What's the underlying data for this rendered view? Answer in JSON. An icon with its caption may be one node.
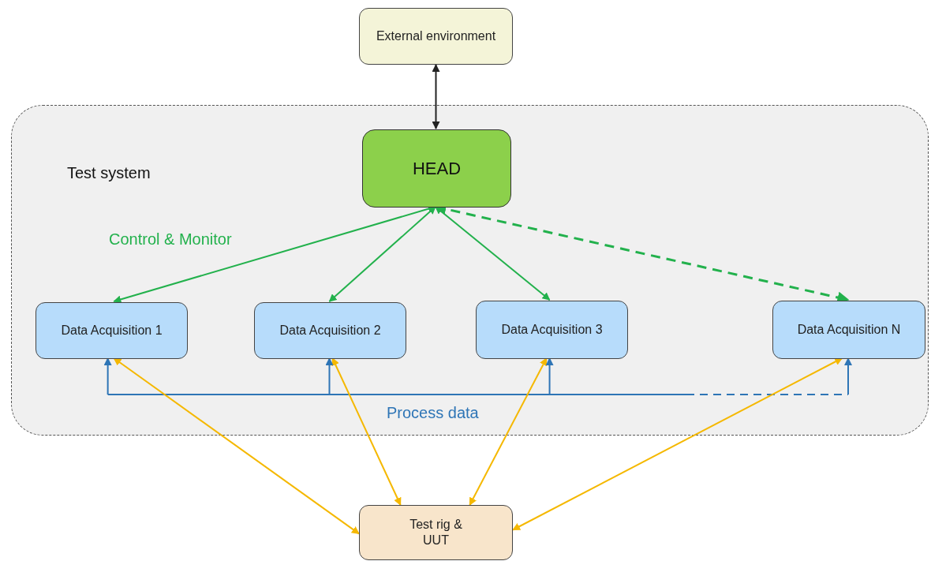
{
  "diagram": {
    "nodes": [
      {
        "text": [
          "External environment"
        ]
      },
      {
        "text": [
          "Test system"
        ]
      },
      {
        "text": [
          "HEAD"
        ],
        "in": 1
      },
      {
        "text": [
          "Data Acquisition 1"
        ],
        "in": 1
      },
      {
        "text": [
          "Data Acquisition 2"
        ],
        "in": 1
      },
      {
        "text": [
          "Data Acquisition 3"
        ],
        "in": 1
      },
      {
        "text": [
          "Data Acquisition N"
        ],
        "in": 1
      },
      {
        "text": [
          "Test rig & UUT"
        ]
      }
    ],
    "edges": [
      {
        "from": 0,
        "to": 2,
        "arrow": "both",
        "color": "#222222"
      },
      {
        "from": 2,
        "to": 3,
        "arrow": "both",
        "color": "#22b14c"
      },
      {
        "from": 2,
        "to": 4,
        "arrow": "both",
        "color": "#22b14c"
      },
      {
        "from": 2,
        "to": 5,
        "arrow": "both",
        "color": "#22b14c"
      },
      {
        "from": 2,
        "to": 6,
        "arrow": "both",
        "color": "#22b14c",
        "style": "dashed"
      },
      {
        "from": 3,
        "to": 7,
        "arrow": "both",
        "color": "#f5b800"
      },
      {
        "from": 4,
        "to": 7,
        "arrow": "both",
        "color": "#f5b800"
      },
      {
        "from": 5,
        "to": 7,
        "arrow": "both",
        "color": "#f5b800"
      },
      {
        "from": 6,
        "to": 7,
        "arrow": "both",
        "color": "#f5b800"
      },
      {
        "from": null,
        "to": 3,
        "arrow": "to",
        "color": "#2e75b6"
      },
      {
        "from": null,
        "to": 4,
        "arrow": "to",
        "color": "#2e75b6"
      },
      {
        "from": null,
        "to": 5,
        "arrow": "to",
        "color": "#2e75b6"
      },
      {
        "from": null,
        "to": 6,
        "arrow": "to",
        "color": "#2e75b6"
      }
    ],
    "labels": [
      "Control & Monitor",
      "Process data"
    ]
  }
}
